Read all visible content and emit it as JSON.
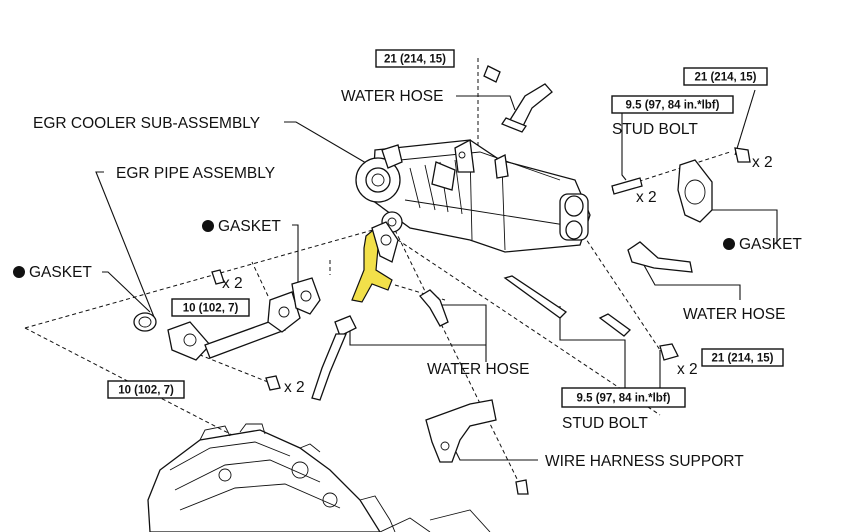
{
  "labels": {
    "egr_cooler": "EGR COOLER SUB-ASSEMBLY",
    "egr_pipe": "EGR PIPE ASSEMBLY",
    "gasket_left": "GASKET",
    "gasket_mid": "GASKET",
    "gasket_right": "GASKET",
    "water_hose_top": "WATER HOSE",
    "water_hose_right": "WATER HOSE",
    "water_hose_mid": "WATER HOSE",
    "stud_bolt_top": "STUD BOLT",
    "stud_bolt_bottom": "STUD BOLT",
    "wire_harness_support": "WIRE HARNESS SUPPORT"
  },
  "torques": {
    "top": "21 (214, 15)",
    "top_right": "21 (214, 15)",
    "stud_top": "9.5 (97, 84 in.*lbf)",
    "left_mid": "10 (102, 7)",
    "left_low": "10 (102, 7)",
    "right_low": "21 (214, 15)",
    "stud_bottom": "9.5 (97, 84 in.*lbf)"
  },
  "quantities": {
    "q1": "x 2",
    "q2": "x 2",
    "q3": "x 2",
    "q4": "x 2",
    "q5": "x 2"
  },
  "colors": {
    "highlight": "#f2e04a"
  }
}
